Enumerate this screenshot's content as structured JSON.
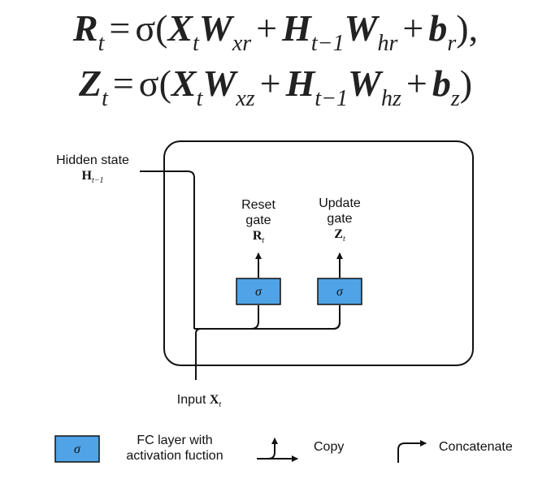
{
  "equations": {
    "reset": {
      "lhs": "R",
      "lhs_sub": "t",
      "eq": "=",
      "sigma": "σ(",
      "x": "X",
      "x_sub": "t",
      "wx": "W",
      "wx_sub": "xr",
      "plus1": "+",
      "h": "H",
      "h_sub": "t−1",
      "wh": "W",
      "wh_sub": "hr",
      "plus2": "+",
      "b": "b",
      "b_sub": "r",
      "close": "),"
    },
    "update": {
      "lhs": "Z",
      "lhs_sub": "t",
      "eq": "=",
      "sigma": "σ(",
      "x": "X",
      "x_sub": "t",
      "wx": "W",
      "wx_sub": "xz",
      "plus1": "+",
      "h": "H",
      "h_sub": "t−1",
      "wh": "W",
      "wh_sub": "hz",
      "plus2": "+",
      "b": "b",
      "b_sub": "z",
      "close": ")"
    }
  },
  "diagram": {
    "hidden_state": {
      "label": "Hidden state",
      "sym": "H",
      "sub": "t−1"
    },
    "reset_gate": {
      "line1": "Reset",
      "line2": "gate",
      "sym": "R",
      "sub": "t",
      "box_symbol": "σ"
    },
    "update_gate": {
      "line1": "Update",
      "line2": "gate",
      "sym": "Z",
      "sub": "t",
      "box_symbol": "σ"
    },
    "input": {
      "label": "Input",
      "sym": "X",
      "sub": "t"
    }
  },
  "legend": {
    "fc": {
      "symbol": "σ",
      "line1": "FC layer with",
      "line2": "activation fuction"
    },
    "copy": {
      "label": "Copy"
    },
    "concat": {
      "label": "Concatenate"
    }
  },
  "colors": {
    "gate_fill": "#4fa3e6",
    "stroke": "#111111"
  }
}
